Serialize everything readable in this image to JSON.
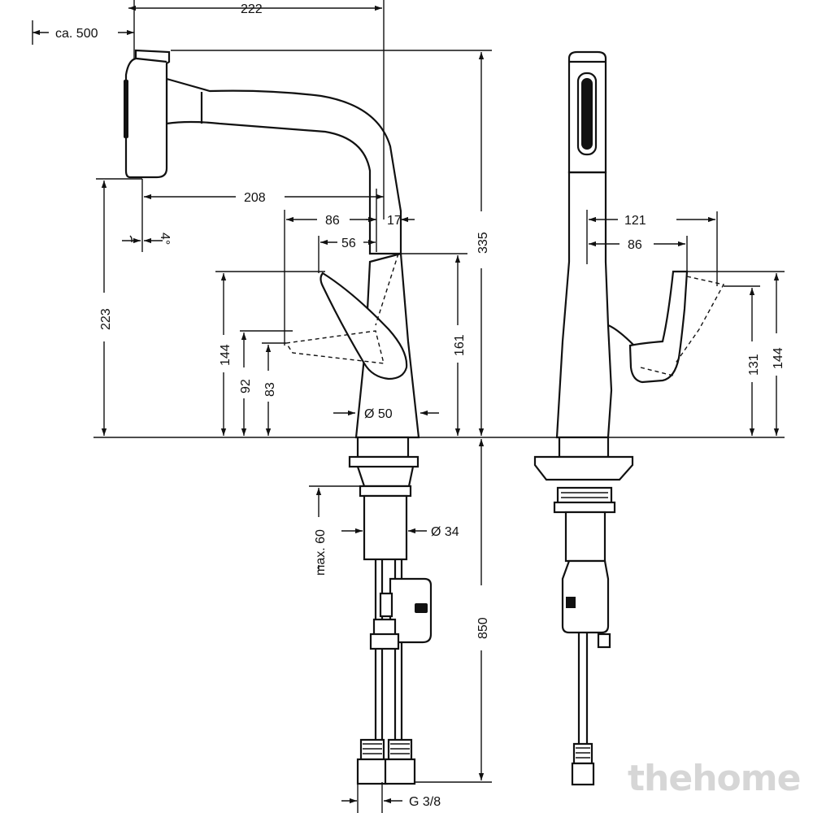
{
  "dimensions": {
    "d_222": "222",
    "d_ca500": "ca. 500",
    "d_208": "208",
    "d_86_left": "86",
    "d_17": "17",
    "d_56": "56",
    "d_4deg": "4°",
    "d_335": "335",
    "d_223": "223",
    "d_144_left": "144",
    "d_92": "92",
    "d_83": "83",
    "d_161": "161",
    "d_dia50": "Ø 50",
    "d_max60": "max. 60",
    "d_dia34": "Ø 34",
    "d_850": "850",
    "d_g38": "G 3/8",
    "d_121": "121",
    "d_86_right": "86",
    "d_131": "131",
    "d_144_right": "144"
  },
  "watermark": "thehome",
  "colors": {
    "line": "#111111",
    "watermark": "#d6d6d6",
    "background": "#ffffff"
  }
}
